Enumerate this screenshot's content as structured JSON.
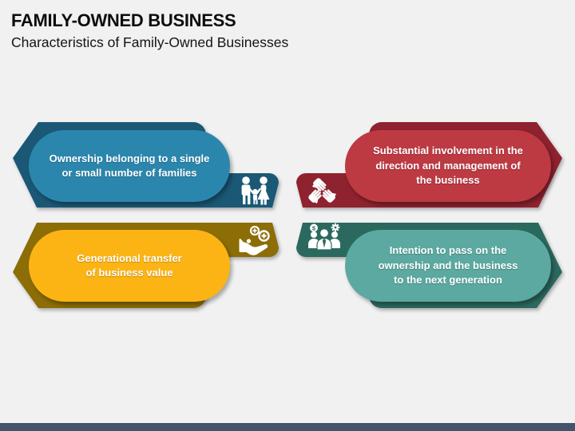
{
  "slide": {
    "title": "FAMILY-OWNED BUSINESS",
    "subtitle": "Characteristics of Family-Owned Businesses",
    "background_color": "#f1f1f2"
  },
  "cards": [
    {
      "id": "ownership",
      "text": "Ownership belonging to a single\nor small number of families",
      "pill_color": "#2b86ad",
      "banner_color": "#1a5876",
      "icon": "family-icon"
    },
    {
      "id": "involvement",
      "text": "Substantial involvement in the\ndirection and management of\nthe business",
      "pill_color": "#bd3a43",
      "banner_color": "#8e222e",
      "icon": "hands-together-icon"
    },
    {
      "id": "transfer",
      "text": "Generational transfer\nof business value",
      "pill_color": "#fcb415",
      "banner_color": "#8c6d06",
      "icon": "hand-giving-coins-icon"
    },
    {
      "id": "succession",
      "text": "Intention to pass on the\nownership and the business\nto the next generation",
      "pill_color": "#5ba9a1",
      "banner_color": "#2b695f",
      "icon": "team-money-gear-icon"
    }
  ],
  "footer": {
    "bar_color": "#44546a"
  }
}
